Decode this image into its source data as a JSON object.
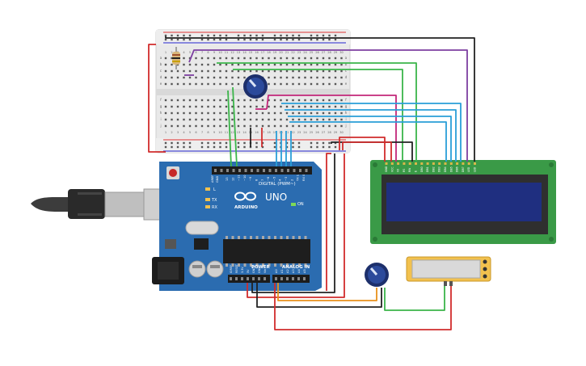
{
  "board": {
    "brand": "UNO",
    "logo_text": "ARDUINO",
    "digital_header": "DIGITAL (PWM~)",
    "power_label": "POWER",
    "analog_label": "ANALOG IN",
    "on_label": "ON",
    "l_label": "L",
    "tx_label": "TX",
    "rx_label": "RX",
    "aref_label": "AREF",
    "gnd_label": "GND",
    "digital_pins": [
      "13",
      "12",
      "~11",
      "~10",
      "~9",
      "8",
      "7",
      "~6",
      "~5",
      "4",
      "~3",
      "2",
      "TX 1",
      "RX 0"
    ],
    "power_pins": [
      "IOREF",
      "RESET",
      "3.3V",
      "5V",
      "GND",
      "GND",
      "Vin"
    ],
    "analog_pins": [
      "A0",
      "A1",
      "A2",
      "A3",
      "A4",
      "A5"
    ]
  },
  "breadboard": {
    "row_letters_top": [
      "a",
      "b",
      "c",
      "d",
      "e"
    ],
    "row_letters_bottom": [
      "f",
      "g",
      "h",
      "i",
      "j"
    ],
    "columns": [
      "1",
      "2",
      "3",
      "4",
      "5",
      "6",
      "7",
      "8",
      "9",
      "10",
      "11",
      "12",
      "13",
      "14",
      "15",
      "16",
      "17",
      "18",
      "19",
      "20",
      "21",
      "22",
      "23",
      "24",
      "25",
      "26",
      "27",
      "28",
      "29",
      "30"
    ]
  },
  "lcd": {
    "pins": [
      "GND",
      "VCC",
      "V0",
      "RS",
      "RW",
      "E",
      "DB0",
      "DB1",
      "DB2",
      "DB3",
      "DB4",
      "DB5",
      "DB6",
      "DB7",
      "LED",
      "LED"
    ]
  },
  "colors": {
    "board": "#2b6cb0",
    "breadboard": "#e6e6e6",
    "lcd_pcb": "#3a9a47",
    "lcd_screen": "#1f2f80",
    "wire_red": "#d12c2c",
    "wire_black": "#222222",
    "wire_green": "#3bb54a",
    "wire_blue": "#2a9fd8",
    "wire_purple": "#7d3fa1",
    "wire_magenta": "#c2277a",
    "wire_orange": "#e8911c",
    "sensor_body": "#f2c14e"
  }
}
